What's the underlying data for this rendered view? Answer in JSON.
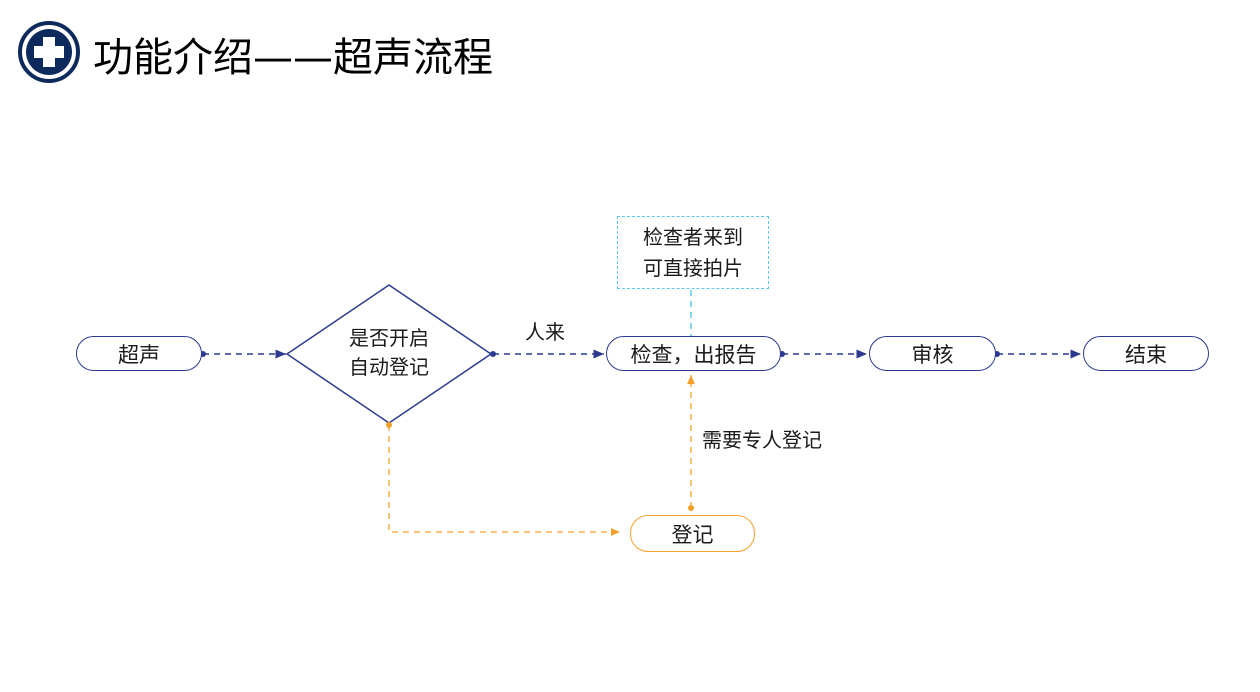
{
  "header": {
    "title": "功能介绍——超声流程",
    "icon": "medical-cross-icon"
  },
  "colors": {
    "main": "#2b3a8f",
    "orange": "#f5a02a",
    "cyan": "#5cc8ee",
    "icon": "#0d2a5c"
  },
  "flow": {
    "start": "超声",
    "decision": {
      "line1": "是否开启",
      "line2": "自动登记"
    },
    "exam": "检查，出报告",
    "review": "审核",
    "end": "结束",
    "register": "登记",
    "note": {
      "line1": "检查者来到",
      "line2": "可直接拍片"
    },
    "edge_person_arrives": "人来",
    "edge_need_register": "需要专人登记"
  }
}
